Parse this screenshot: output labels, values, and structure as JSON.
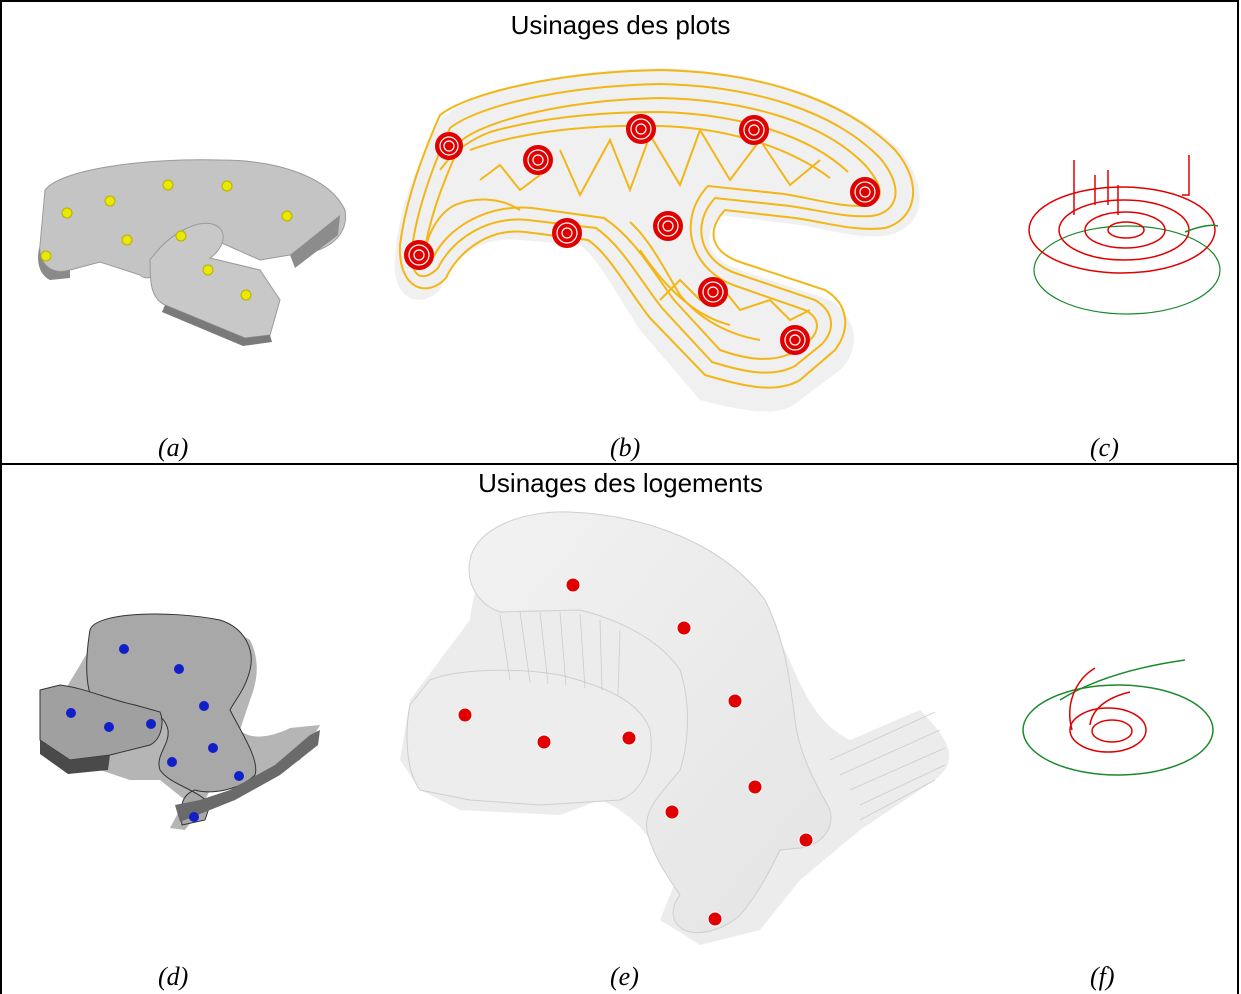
{
  "figure": {
    "top_section": {
      "title": "Usinages des plots",
      "captions": [
        "(a)",
        "(b)",
        "(c)"
      ],
      "colors": {
        "part": "#c8c8c8",
        "pad": "#e8e800",
        "toolpath": "#f2b616",
        "spiral": "#e00000",
        "contour": "#1a8a2a"
      }
    },
    "bottom_section": {
      "title": "Usinages des logements",
      "captions": [
        "(d)",
        "(e)",
        "(f)"
      ],
      "colors": {
        "part": "#a8a8a8",
        "hole_blue": "#1020c8",
        "hole_red": "#e00000",
        "spiral": "#e00000",
        "contour": "#1a8a2a"
      }
    }
  }
}
